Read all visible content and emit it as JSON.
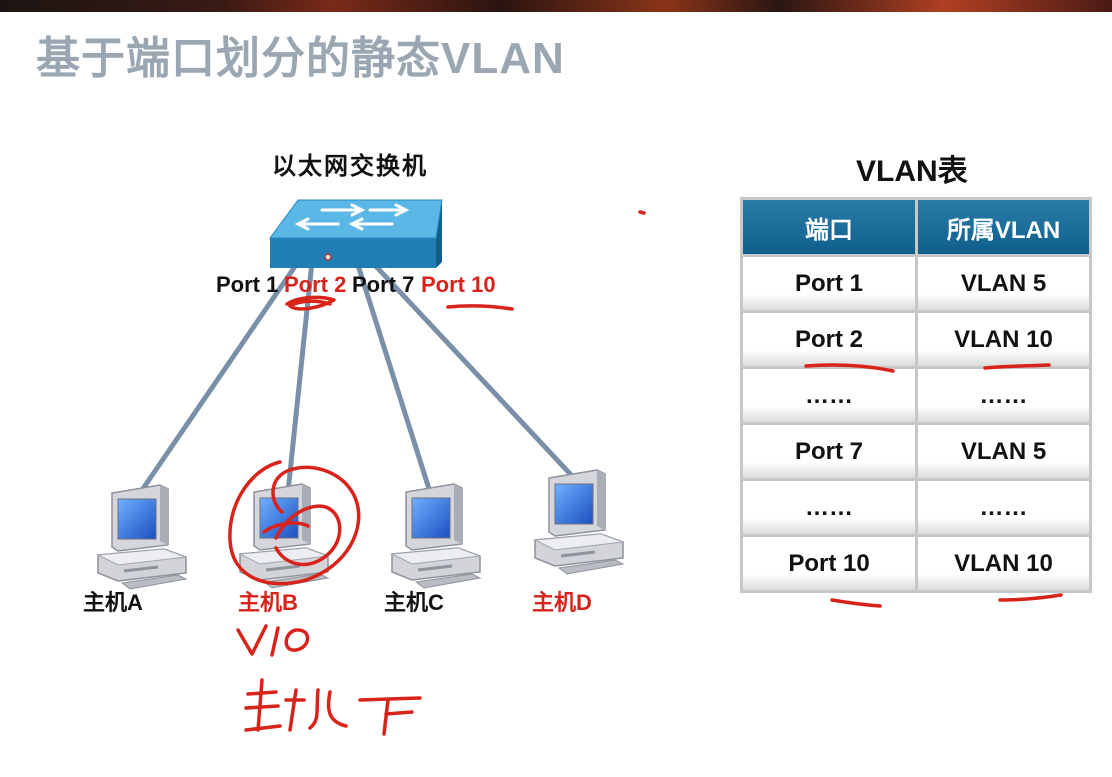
{
  "slide": {
    "title": "基于端口划分的静态VLAN"
  },
  "switch": {
    "label": "以太网交换机",
    "ports": [
      {
        "label": "Port 1",
        "highlight": false
      },
      {
        "label": "Port 2",
        "highlight": true
      },
      {
        "label": "Port 7",
        "highlight": false
      },
      {
        "label": "Port 10",
        "highlight": true
      }
    ]
  },
  "hosts": [
    {
      "label": "主机A",
      "highlight": false
    },
    {
      "label": "主机B",
      "highlight": true
    },
    {
      "label": "主机C",
      "highlight": false
    },
    {
      "label": "主机D",
      "highlight": true
    }
  ],
  "vlan_table": {
    "title": "VLAN表",
    "headers": [
      "端口",
      "所属VLAN"
    ],
    "rows": [
      [
        "Port 1",
        "VLAN 5"
      ],
      [
        "Port 2",
        "VLAN 10"
      ],
      [
        "……",
        "……"
      ],
      [
        "Port 7",
        "VLAN 5"
      ],
      [
        "……",
        "……"
      ],
      [
        "Port 10",
        "VLAN 10"
      ]
    ]
  },
  "colors": {
    "title": "#9aa7b3",
    "highlight": "#d8231b",
    "switch": "#2c90c4",
    "link": "#7a90a8",
    "table_header": "#0f5f8c",
    "ink": "#d8231b"
  }
}
